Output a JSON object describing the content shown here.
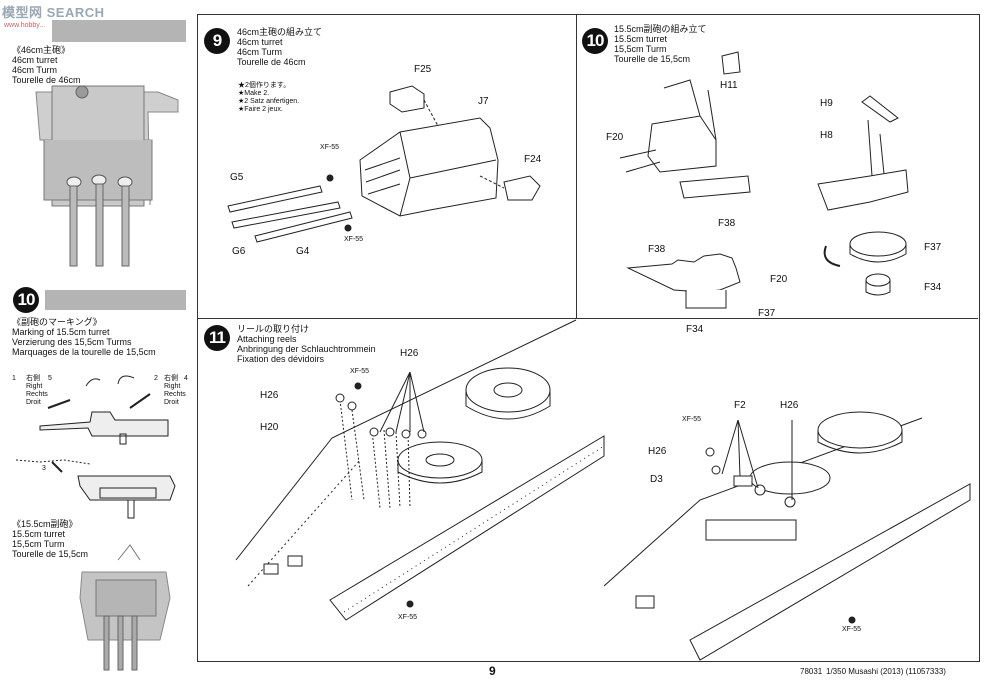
{
  "watermark": {
    "logo": "模型网",
    "text": "SEARCH",
    "sub": "www.hobby..."
  },
  "left": {
    "main_turret": {
      "ja": "《46cm主砲》",
      "en": "46cm turret",
      "de": "46cm Turm",
      "fr": "Tourelle de 46cm"
    },
    "step10": {
      "num": "10",
      "ja": "《副砲のマーキング》",
      "en": "Marking of 15.5cm turret",
      "de": "Verzierung des 15,5cm Turms",
      "fr": "Marquages de la tourelle de 15,5cm",
      "right_ja": "右側",
      "right_en": "Right",
      "right_de": "Rechts",
      "right_fr": "Droit",
      "num1": "1",
      "num5": "5",
      "num2": "2",
      "num4": "4",
      "num3": "3"
    },
    "sec_turret": {
      "ja": "《15.5cm副砲》",
      "en": "15.5cm turret",
      "de": "15,5cm Turm",
      "fr": "Tourelle de 15,5cm"
    }
  },
  "step9": {
    "num": "9",
    "ja": "46cm主砲の組み立て",
    "en": "46cm turret",
    "de": "46cm Turm",
    "fr": "Tourelle de 46cm",
    "note": [
      "★2個作ります。",
      "★Make 2.",
      "★2 Satz anfertigen.",
      "★Faire 2 jeux."
    ],
    "parts": {
      "f25": "F25",
      "j7": "J7",
      "f24": "F24",
      "g5": "G5",
      "g6": "G6",
      "g4": "G4",
      "xf55a": "XF-55",
      "xf55b": "XF-55"
    }
  },
  "step10": {
    "num": "10",
    "ja": "15.5cm副砲の組み立て",
    "en": "15.5cm turret",
    "de": "15,5cm Turm",
    "fr": "Tourelle de 15,5cm",
    "parts": {
      "h11": "H11",
      "f20a": "F20",
      "f38a": "F38",
      "h9": "H9",
      "h8": "H8",
      "f37a": "F37",
      "f34a": "F34",
      "f38b": "F38",
      "f20b": "F20",
      "f37b": "F37",
      "f34b": "F34"
    }
  },
  "step11": {
    "num": "11",
    "ja": "リールの取り付け",
    "en": "Attaching reels",
    "de": "Anbringung der Schlauchtrommein",
    "fr": "Fixation des dévidoirs",
    "parts": {
      "h26a": "H26",
      "xf55a": "XF-55",
      "h26b": "H26",
      "h20": "H20",
      "xf55b": "XF-55",
      "xf55c": "XF-55",
      "f2": "F2",
      "h26c": "H26",
      "h26d": "H26",
      "d3": "D3",
      "xf55d": "XF-55"
    }
  },
  "footer": {
    "page": "9",
    "code": "78031",
    "title": "1/350 Musashi (2013) (11057333)"
  }
}
